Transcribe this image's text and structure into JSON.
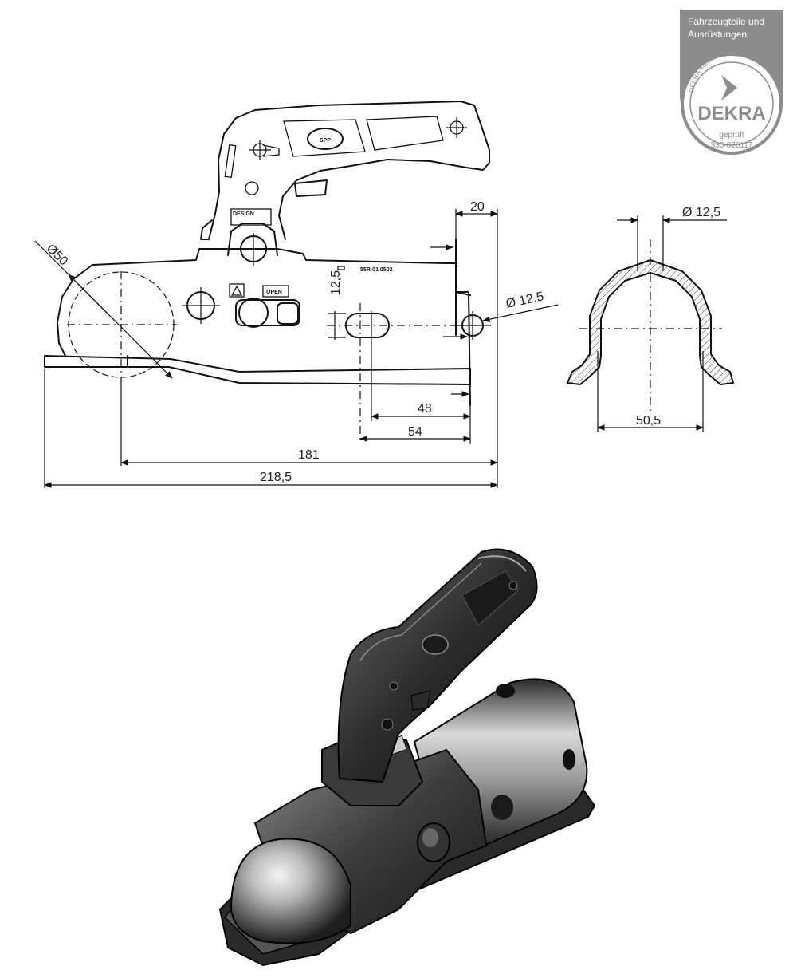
{
  "badge": {
    "line1": "Fahrzeugteile und",
    "line2": "Ausrüstungen",
    "arc_text": "DEKRA Automobil Test Center",
    "brand": "DEKRA",
    "approved": "geprüft",
    "number": "330-020117"
  },
  "dimensions": {
    "ball_diameter": "Ø50",
    "height_slot": "12,5",
    "hole_diameter": "Ø 12,5",
    "end_offset": "20",
    "slot_to_hole": "48",
    "slot_outer": "54",
    "ball_to_end": "181",
    "overall_length": "218,5",
    "section_hole": "Ø 12,5",
    "section_width": "50,5"
  },
  "markings": {
    "design": "DESIGN",
    "open": "OPEN",
    "logo": "SPP",
    "code_strip": "55R-01 0502"
  }
}
